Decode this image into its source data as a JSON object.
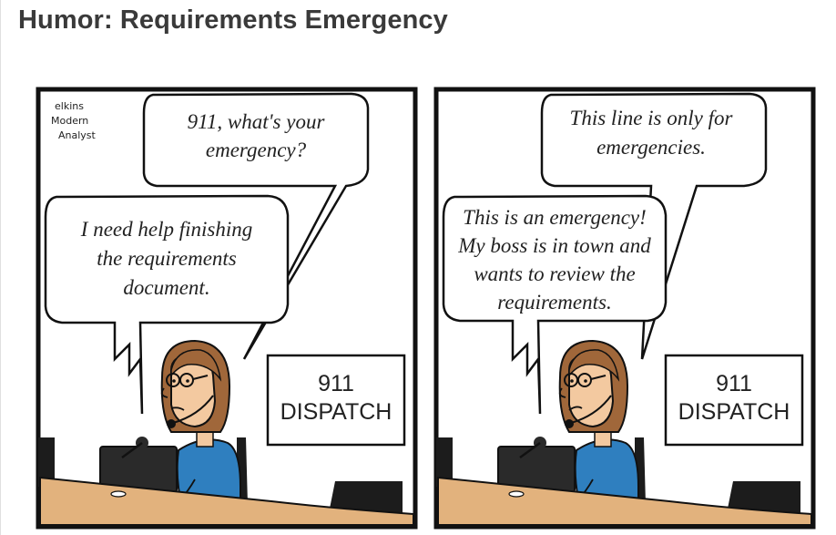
{
  "page": {
    "title": "Humor: Requirements Emergency"
  },
  "comic": {
    "signature": [
      "elkins",
      "Modern",
      "Analyst"
    ],
    "panel1": {
      "dispatcher_bubble": [
        "911, what's your",
        "emergency?"
      ],
      "caller_bubble": [
        "I need help finishing",
        "the requirements",
        "document."
      ],
      "sign": [
        "911",
        "DISPATCH"
      ]
    },
    "panel2": {
      "dispatcher_bubble": [
        "This line is only for",
        "emergencies."
      ],
      "caller_bubble": [
        "This is an emergency!",
        "My boss is in town and",
        "wants to review the",
        "requirements."
      ],
      "sign": [
        "911",
        "DISPATCH"
      ]
    }
  },
  "colors": {
    "title": "#3a3a3a",
    "panel_border": "#111111",
    "wall": "#ffffff",
    "hair": "#a0673a",
    "skin": "#f3c9a0",
    "shirt": "#2f7fbf",
    "desk": "#e2b27d",
    "monitor": "#2a2a2a"
  }
}
